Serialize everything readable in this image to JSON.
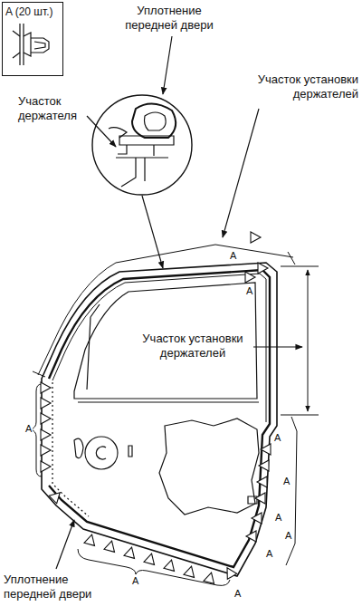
{
  "diagram": {
    "nodes": [
      {
        "text": [
          "A (20 шт.)"
        ]
      }
    ],
    "labels": [
      "Уплотнение передней двери",
      "Участок держателя",
      "Участок установки держателей",
      "A",
      "A",
      "Участок установки держателей",
      "A",
      "A",
      "A",
      "A",
      "A",
      "A",
      "A",
      "A",
      "Уплотнение передней двери"
    ]
  }
}
